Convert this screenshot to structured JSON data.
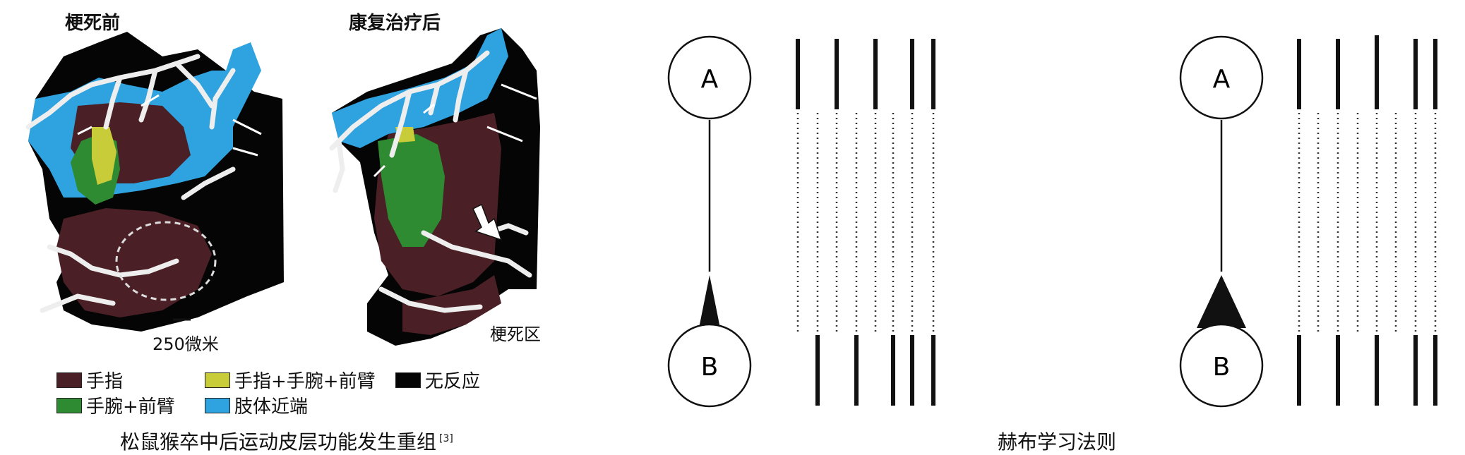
{
  "left_panel": {
    "map_before_title": "梗死前",
    "map_after_title": "康复治疗后",
    "scale_bar_label": "250微米",
    "infarct_label": "梗死区",
    "legend": [
      {
        "label": "手指",
        "color": "#4a2026"
      },
      {
        "label": "手指+手腕+前臂",
        "color": "#c8cc38"
      },
      {
        "label": "无反应",
        "color": "#050505"
      },
      {
        "label": "手腕+前臂",
        "color": "#2e8b32"
      },
      {
        "label": "肢体近端",
        "color": "#2fa3e0"
      }
    ],
    "caption": "松鼠猴卒中后运动皮层功能发生重组",
    "caption_ref": "[3]"
  },
  "right_panel": {
    "left_diagram": {
      "node_top": "A",
      "node_bottom": "B"
    },
    "right_diagram": {
      "node_top": "A",
      "node_bottom": "B"
    },
    "caption": "赫布学习法则"
  }
}
